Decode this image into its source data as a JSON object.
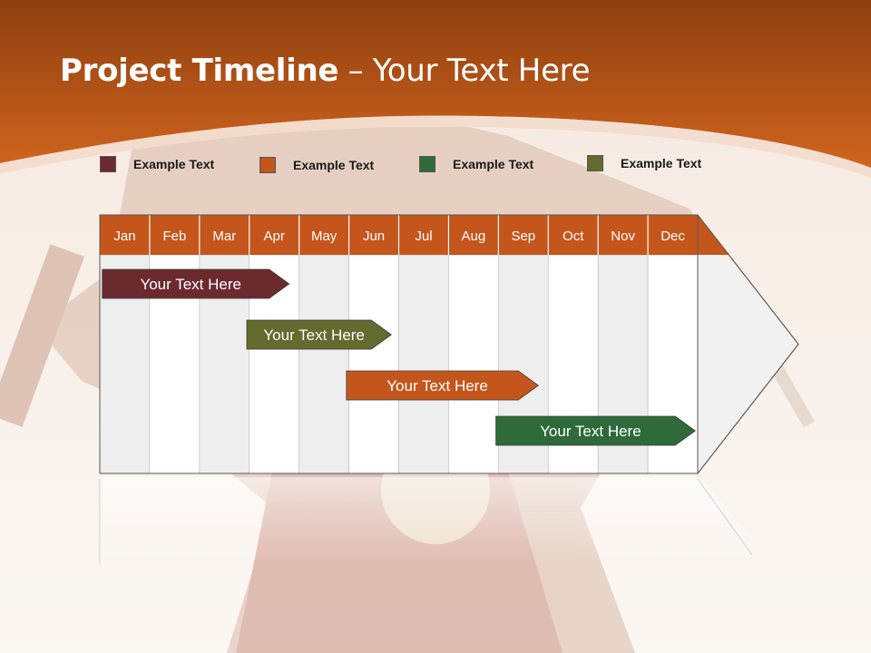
{
  "slide": {
    "title_bold": "Project Timeline",
    "title_rest": " – Your Text Here"
  },
  "legend": [
    {
      "label": "Example Text",
      "color": "#6b2a2e"
    },
    {
      "label": "Example Text",
      "color": "#c4561c"
    },
    {
      "label": "Example Text",
      "color": "#2e6a3a"
    },
    {
      "label": "Example Text",
      "color": "#636b2e"
    }
  ],
  "months": [
    "Jan",
    "Feb",
    "Mar",
    "Apr",
    "May",
    "Jun",
    "Jul",
    "Aug",
    "Sep",
    "Oct",
    "Nov",
    "Dec"
  ],
  "tasks": [
    {
      "label": "Your  Text Here",
      "start": 0.05,
      "end": 3.8,
      "color": "#6b2a2e"
    },
    {
      "label": "Your  Text Here",
      "start": 2.95,
      "end": 5.85,
      "color": "#636b2e"
    },
    {
      "label": "Your  Text Here",
      "start": 4.95,
      "end": 8.8,
      "color": "#c4561c"
    },
    {
      "label": "Your  Text Here",
      "start": 7.95,
      "end": 11.95,
      "color": "#2e6a3a"
    }
  ],
  "colors": {
    "header_orange": "#c4561c",
    "month_header": "#c4561c"
  }
}
